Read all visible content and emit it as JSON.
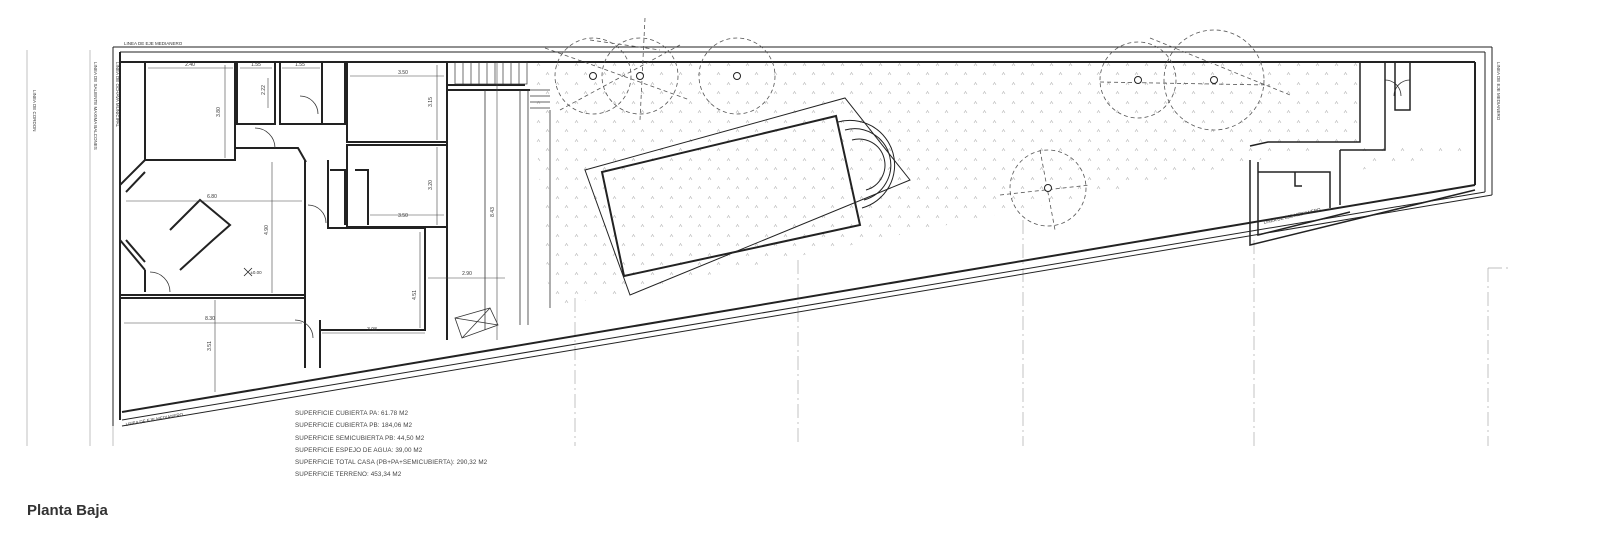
{
  "title": "Planta Baja",
  "border_labels": {
    "top_mediànero": "LINEA DE EJE MEDIANERO",
    "bottom_medianero": "LINEA DE EJE MEDIANERO",
    "right_medianero": "LINEA DE EJE MEDIANERO",
    "annex_medianero": "LINEA DE EJE MEDIANERO",
    "cordon": "LINEA DE CORDON",
    "ochava": "LINEA DE OCHAVA MUNICIPAL",
    "salientes": "LINEA DE SALIENTE MAXIMA BALCONES"
  },
  "dimensions": [
    "2.40",
    "1.55",
    "1.55",
    "3.50",
    "3.80",
    "2.22",
    "3.15",
    "6.80",
    "4.90",
    "3.50",
    "3.20",
    "8.43",
    "2.90",
    "4.51",
    "3.98",
    "8.30",
    "3.51"
  ],
  "level_mark": "±0.00",
  "areas": [
    "SUPERFICIE CUBIERTA PA: 61.78 M2",
    "SUPERFICIE CUBIERTA PB: 184,06 M2",
    "SUPERFICIE SEMICUBIERTA  PB: 44,50 M2",
    "SUPERFICIE ESPEJO DE AGUA: 39,00 M2",
    "SUPERFICIE TOTAL CASA (PB+PA+SEMICUBIERTA): 290,32 M2",
    "SUPERFICIE TERRENO: 453,34 M2"
  ],
  "colors": {
    "line": "#222222",
    "light": "#777777",
    "text": "#333333"
  }
}
